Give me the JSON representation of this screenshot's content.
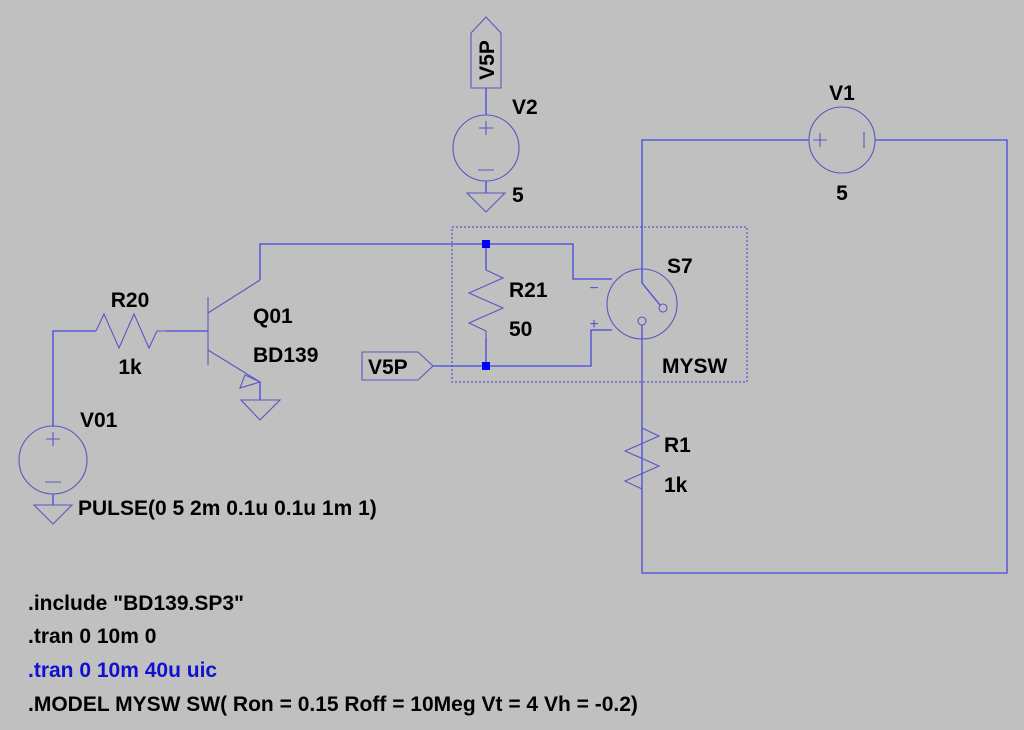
{
  "schematic": {
    "components": {
      "v2": {
        "name": "V2",
        "value": "5"
      },
      "v1": {
        "name": "V1",
        "value": "5"
      },
      "v01": {
        "name": "V01",
        "value": "PULSE(0 5 2m 0.1u 0.1u 1m 1)"
      },
      "r20": {
        "name": "R20",
        "value": "1k"
      },
      "r21": {
        "name": "R21",
        "value": "50"
      },
      "r1": {
        "name": "R1",
        "value": "1k"
      },
      "q01": {
        "name": "Q01",
        "value": "BD139"
      },
      "s7": {
        "name": "S7",
        "value": "MYSW"
      }
    },
    "net_labels": {
      "top": "V5P",
      "left": "V5P"
    },
    "switch_signs": {
      "minus": "−",
      "plus": "+"
    },
    "directives": [
      {
        "text": ".include \"BD139.SP3\"",
        "active": true
      },
      {
        "text": ".tran 0 10m 0",
        "active": true
      },
      {
        "text": ".tran 0 10m 40u uic",
        "active": false
      },
      {
        "text": ".MODEL MYSW SW( Ron = 0.15 Roff = 10Meg Vt  = 4 Vh = -0.2)",
        "active": true
      }
    ]
  },
  "colors": {
    "background": "#c0c0c0",
    "wire": "#4646e0",
    "highlight_directive": "#1010d0"
  }
}
